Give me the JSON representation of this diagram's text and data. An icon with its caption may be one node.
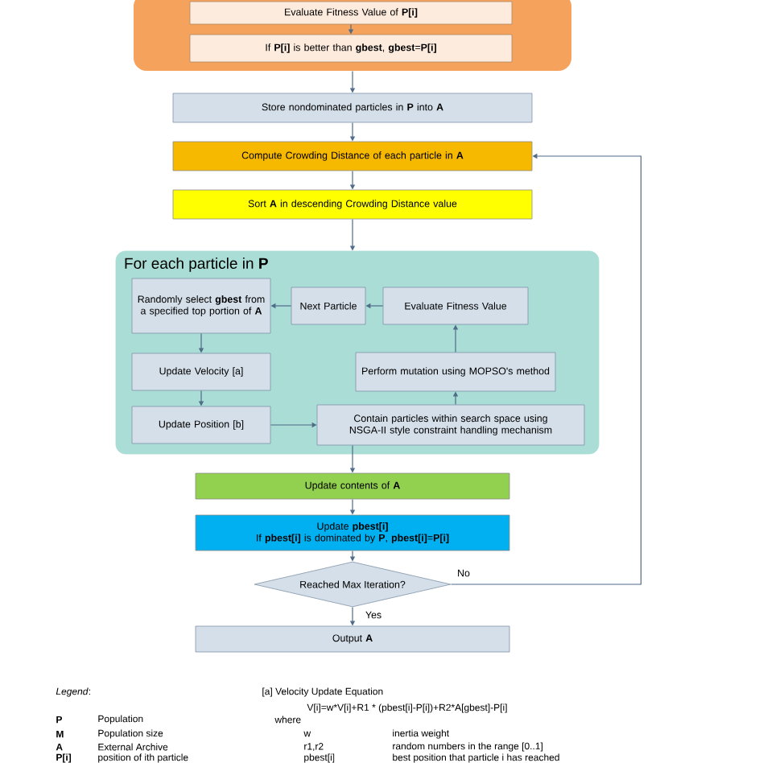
{
  "diagram": {
    "nodes": [
      {
        "text": [],
        "shape": "box"
      },
      {
        "text": [
          "Evaluate Fitness Value of **P[i]**"
        ],
        "in": 0
      },
      {
        "text": [
          "If **P[i]** is better than **gbest**, **gbest**=**P[i]**"
        ],
        "in": 0
      },
      {
        "text": [
          "Store nondominated particles in **P** into **A**"
        ]
      },
      {
        "text": [
          "Compute Crowding Distance of each particle in **A**"
        ]
      },
      {
        "text": [
          "Sort **A** in descending Crowding Distance value"
        ]
      },
      {
        "text": [
          "For each particle in **P**"
        ]
      },
      {
        "text": [
          "Randomly select **gbest** from a specified top portion of **A**"
        ],
        "in": 6
      },
      {
        "text": [
          "Next Particle"
        ],
        "in": 6
      },
      {
        "text": [
          "Evaluate Fitness Value"
        ],
        "in": 6
      },
      {
        "text": [
          "Perform mutation using MOPSO's  method"
        ],
        "in": 6
      },
      {
        "text": [
          "Update Velocity [a]"
        ],
        "in": 6
      },
      {
        "text": [
          "Update Position [b]"
        ],
        "in": 6
      },
      {
        "text": [
          "Contain particles within search space using NSGA-II style constraint handling mechanism"
        ],
        "in": 6
      },
      {
        "text": [
          "Update contents of **A**"
        ]
      },
      {
        "text": [
          "Update **pbest[i]**",
          "If **pbest[i]** is dominated by **P**, **pbest[i]**=**P[i]**"
        ]
      },
      {
        "text": [
          "Reached Max Iteration?"
        ]
      },
      {
        "text": [
          "Output **A**"
        ]
      }
    ],
    "edges": [
      {
        "from": 1,
        "to": 2,
        "arrow": "to"
      },
      {
        "from": 0,
        "to": 3,
        "arrow": "to"
      },
      {
        "from": 3,
        "to": 4,
        "arrow": "to"
      },
      {
        "from": 4,
        "to": 5,
        "arrow": "to"
      },
      {
        "from": 5,
        "to": 6,
        "arrow": "to"
      },
      {
        "from": 9,
        "to": 8,
        "arrow": "to"
      },
      {
        "from": 8,
        "to": 7,
        "arrow": "to"
      },
      {
        "from": 7,
        "to": 11,
        "arrow": "to"
      },
      {
        "from": 11,
        "to": 12,
        "arrow": "to"
      },
      {
        "from": 12,
        "to": 13,
        "arrow": "to"
      },
      {
        "from": 13,
        "to": 10,
        "arrow": "to"
      },
      {
        "from": 10,
        "to": 9,
        "arrow": "to"
      },
      {
        "from": 13,
        "to": 14,
        "arrow": "to"
      },
      {
        "from": 14,
        "to": 15,
        "arrow": "to"
      },
      {
        "from": 15,
        "to": 16,
        "arrow": "to"
      },
      {
        "from": 16,
        "to": 17,
        "arrow": "to",
        "label": "Yes"
      },
      {
        "from": 16,
        "to": 4,
        "arrow": "to",
        "label": "No"
      }
    ],
    "labels": [
      "*Legend*:",
      "[a]  Velocity Update Equation",
      "V[i]=w*V[i]+R1 * (pbest[i]-P[i])+R2*A[gbest]-P[i]",
      "P",
      "Population",
      "where",
      "M",
      "Population size",
      "w",
      "inertia weight",
      "A",
      "External Archive",
      "r1,r2",
      "random numbers in the range [0..1]",
      "P[i]",
      "position of ith particle",
      "pbest[i]",
      "best position that particle i has reached"
    ]
  }
}
